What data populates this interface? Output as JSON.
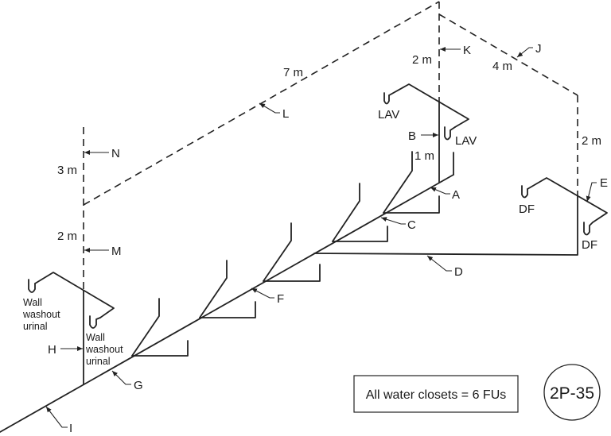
{
  "diagram": {
    "type": "isometric drainage, waste and vent (DWV) riser diagram",
    "figure_id": "2P-35",
    "note": "All water closets = 6 FUs",
    "line_colors": {
      "pipe": "#222222",
      "background": "#ffffff"
    },
    "labels": {
      "A": "A",
      "B": "B",
      "C": "C",
      "D": "D",
      "E": "E",
      "F": "F",
      "G": "G",
      "H": "H",
      "I": "I",
      "J": "J",
      "K": "K",
      "L": "L",
      "M": "M",
      "N": "N"
    },
    "dimensions": {
      "vent_left_upper": "3 m",
      "vent_left_lower": "2 m",
      "vent_main_sloped": "7 m",
      "vent_lav_upper": "2 m",
      "vent_right_sloped": "4 m",
      "vent_right_vertical": "2 m",
      "branch_stub": "1 m"
    },
    "fixtures": {
      "lav_left": "LAV",
      "lav_right": "LAV",
      "df_left": "DF",
      "df_right": "DF",
      "urinal_left": [
        "Wall",
        "washout",
        "urinal"
      ],
      "urinal_right": [
        "Wall",
        "washout",
        "urinal"
      ]
    },
    "water_closet_branches": 6
  }
}
